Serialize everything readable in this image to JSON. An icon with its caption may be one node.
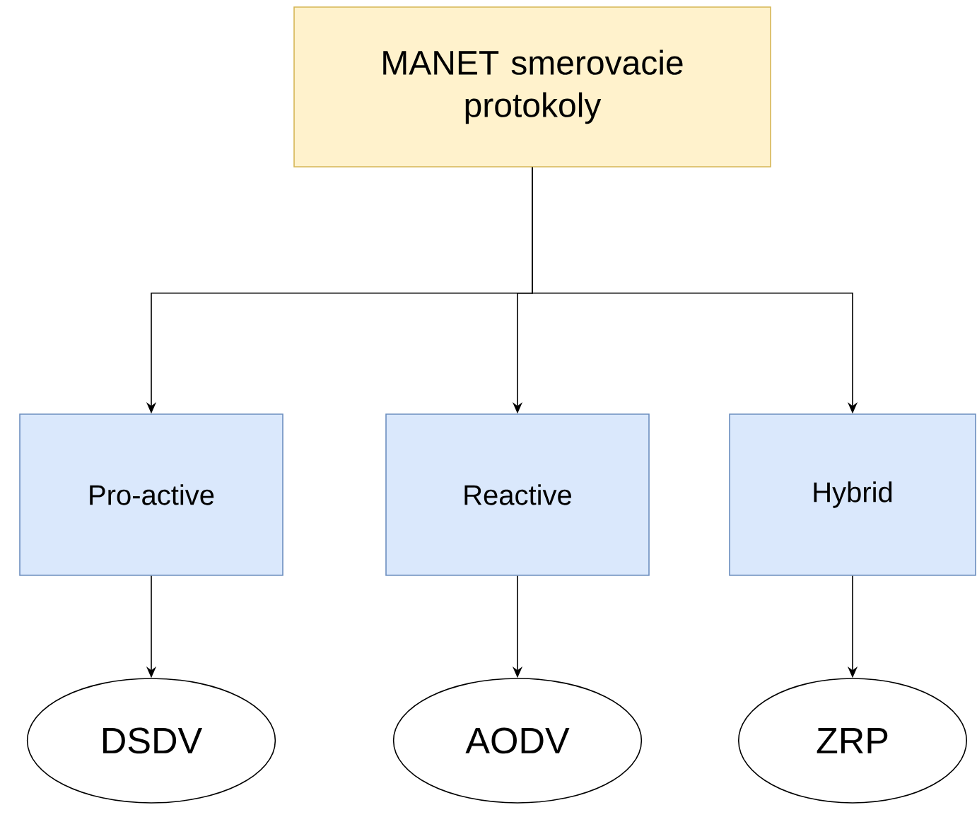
{
  "diagram": {
    "nodes": [
      {
        "text": [
          "MANET smerovacie protokoly"
        ]
      },
      {
        "text": [
          "Pro-active"
        ]
      },
      {
        "text": [
          "Reactive"
        ]
      },
      {
        "text": [
          "Hybrid"
        ]
      },
      {
        "text": [
          "DSDV"
        ]
      },
      {
        "text": [
          "AODV"
        ]
      },
      {
        "text": [
          "ZRP"
        ]
      }
    ],
    "edges": [
      {
        "from": 0,
        "to": 1,
        "arrow": "to"
      },
      {
        "from": 0,
        "to": 2,
        "arrow": "to"
      },
      {
        "from": 0,
        "to": 3,
        "arrow": "to"
      },
      {
        "from": 1,
        "to": 4,
        "arrow": "to"
      },
      {
        "from": 2,
        "to": 5,
        "arrow": "to"
      },
      {
        "from": 3,
        "to": 6,
        "arrow": "to"
      }
    ]
  }
}
